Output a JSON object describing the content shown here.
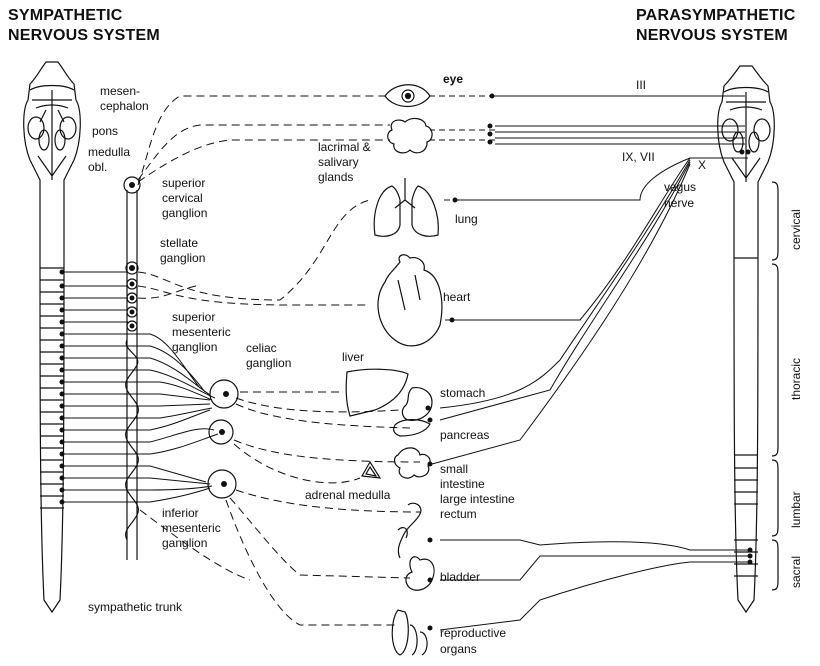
{
  "titles": {
    "sympathetic_line1": "SYMPATHETIC",
    "sympathetic_line2": "NERVOUS SYSTEM",
    "parasympathetic_line1": "PARASYMPATHETIC",
    "parasympathetic_line2": "NERVOUS SYSTEM"
  },
  "brain_labels": {
    "mesencephalon_1": "mesen-",
    "mesencephalon_2": "cephalon",
    "pons": "pons",
    "medulla_1": "medulla",
    "medulla_2": "obl."
  },
  "ganglia": {
    "superior_cervical_1": "superior",
    "superior_cervical_2": "cervical",
    "superior_cervical_3": "ganglion",
    "stellate_1": "stellate",
    "stellate_2": "ganglion",
    "superior_mesenteric_1": "superior",
    "superior_mesenteric_2": "mesenteric",
    "superior_mesenteric_3": "ganglion",
    "celiac_1": "celiac",
    "celiac_2": "ganglion",
    "inferior_mesenteric_1": "inferior",
    "inferior_mesenteric_2": "mesenteric",
    "inferior_mesenteric_3": "ganglion",
    "sympathetic_trunk": "sympathetic trunk"
  },
  "organs": {
    "eye": "eye",
    "lacrimal_1": "lacrimal &",
    "lacrimal_2": "salivary",
    "lacrimal_3": "glands",
    "lung": "lung",
    "heart": "heart",
    "liver": "liver",
    "stomach": "stomach",
    "pancreas": "pancreas",
    "adrenal": "adrenal medulla",
    "small_intestine_1": "small",
    "small_intestine_2": "intestine",
    "large_intestine": "large intestine",
    "rectum": "rectum",
    "bladder": "bladder",
    "reproductive_1": "reproductive",
    "reproductive_2": "organs"
  },
  "cranial_nerves": {
    "iii": "III",
    "ix_vii": "IX, VII",
    "x": "X",
    "vagus_1": "vagus",
    "vagus_2": "nerve"
  },
  "spinal_regions": {
    "cervical": "cervical",
    "thoracic": "thoracic",
    "lumbar": "lumbar",
    "sacral": "sacral"
  }
}
